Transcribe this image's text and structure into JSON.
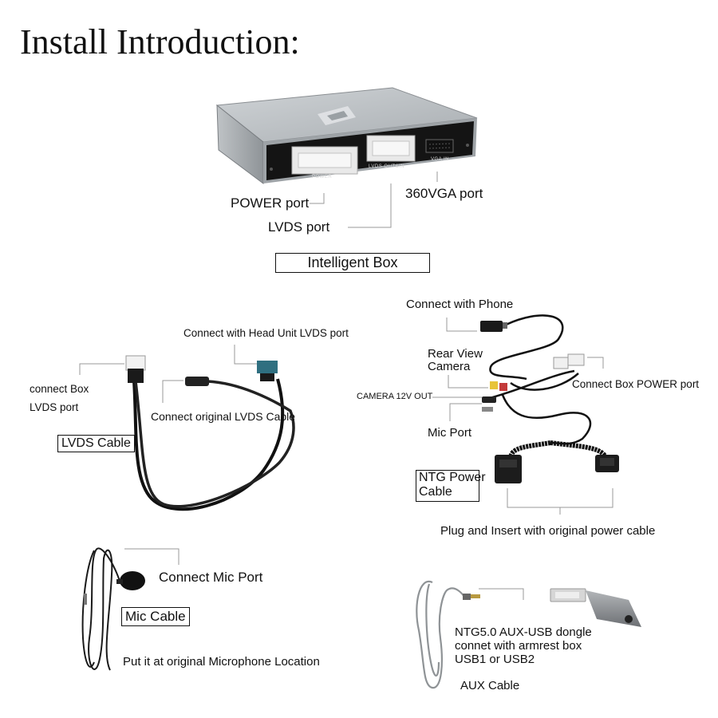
{
  "title": "Install Introduction:",
  "intelligent_box": {
    "caption": "Intelligent Box",
    "device_port_labels": [
      "POWER",
      "LVDS OUT&IN",
      "VGA IN"
    ],
    "callouts": {
      "power_port": "POWER port",
      "lvds_port": "LVDS port",
      "vga_port": "360VGA port"
    }
  },
  "lvds_cable": {
    "box_label": "LVDS Cable",
    "head_unit": "Connect with Head Unit LVDS port",
    "box_port_line1": "connect Box",
    "box_port_line2": "LVDS port",
    "original": "Connect original LVDS Cable"
  },
  "ntg_power_cable": {
    "box_label_line1": "NTG Power",
    "box_label_line2": "Cable",
    "phone": "Connect with Phone",
    "rear_view_line1": "Rear View",
    "rear_view_line2": "Camera",
    "camera_power": "CAMERA 12V OUT",
    "mic_port": "Mic Port",
    "box_power": "Connect Box POWER port",
    "plug_insert": "Plug and Insert with original power cable"
  },
  "mic_cable": {
    "box_label": "Mic Cable",
    "connect": "Connect Mic Port",
    "location": "Put it at original Microphone Location"
  },
  "aux_cable": {
    "label": "AUX Cable",
    "dongle_line1": "NTG5.0 AUX-USB dongle",
    "dongle_line2": "connet with armrest box",
    "dongle_line3": "USB1 or USB2"
  }
}
